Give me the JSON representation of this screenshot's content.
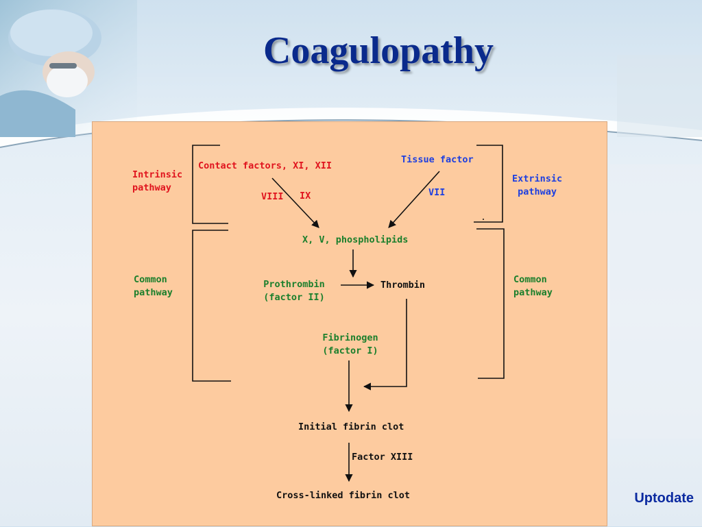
{
  "slide": {
    "title": "Coagulopathy",
    "source": "Uptodate"
  },
  "diagram": {
    "intrinsic_label_line1": "Intrinsic",
    "intrinsic_label_line2": "pathway",
    "extrinsic_label_line1": "Extrinsic",
    "extrinsic_label_line2": "pathway",
    "common_left_line1": "Common",
    "common_left_line2": "pathway",
    "common_right_line1": "Common",
    "common_right_line2": "pathway",
    "contact_factors": "Contact factors, XI, XII",
    "factor_viii": "VIII",
    "factor_ix": "IX",
    "tissue_factor": "Tissue factor",
    "factor_vii": "VII",
    "x_v_phospholipids": "X, V, phospholipids",
    "prothrombin_line1": "Prothrombin",
    "prothrombin_line2": "(factor II)",
    "thrombin": "Thrombin",
    "fibrinogen_line1": "Fibrinogen",
    "fibrinogen_line2": "(factor I)",
    "initial_clot": "Initial fibrin clot",
    "factor_xiii": "Factor XIII",
    "cross_linked_clot": "Cross-linked fibrin clot"
  },
  "colors": {
    "intrinsic": "#e0141e",
    "extrinsic": "#1d3fe0",
    "common": "#1b7f2c",
    "panel": "#fdcb9f",
    "title": "#0a2a8c"
  }
}
